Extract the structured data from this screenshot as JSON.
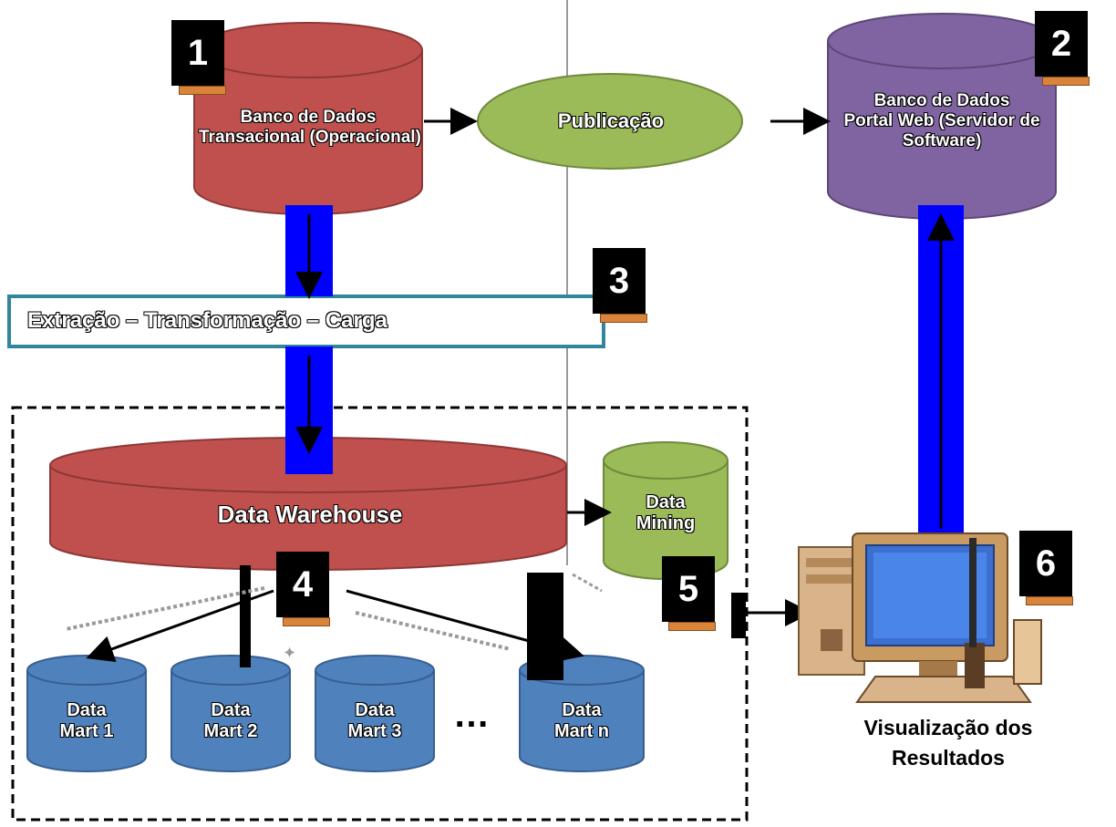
{
  "nodes": {
    "source_db": {
      "line1": "Banco de Dados",
      "line2": "Transacional (Operacional)",
      "badge": "1"
    },
    "publicacao": {
      "label": "Publicação"
    },
    "portal": {
      "line1": "Banco de Dados",
      "line2": "Portal Web (Servidor de",
      "line3": "Software)",
      "badge": "2"
    },
    "etl": {
      "label": "Extração – Transformação – Carga",
      "badge": "3"
    },
    "dw": {
      "label": "Data Warehouse",
      "badge": "4"
    },
    "data_mining": {
      "line1": "Data",
      "line2": "Mining",
      "badge": "5"
    },
    "marts": [
      {
        "line1": "Data",
        "line2": "Mart 1"
      },
      {
        "line1": "Data",
        "line2": "Mart 2"
      },
      {
        "line1": "Data",
        "line2": "Mart 3"
      },
      {
        "line1": "Data",
        "line2": "Mart n"
      }
    ],
    "ellipsis": "…",
    "computer": {
      "badge": "6"
    },
    "resultados": {
      "line1": "Visualização dos",
      "line2": "Resultados"
    }
  },
  "colors": {
    "db_red": "#c0504d",
    "db_purple": "#8064a2",
    "oval_green": "#9bbb59",
    "flow_blue": "#0000ff",
    "mart_blue": "#4f81bd",
    "etl_border": "#31859c",
    "tab_orange": "#d9843a"
  }
}
